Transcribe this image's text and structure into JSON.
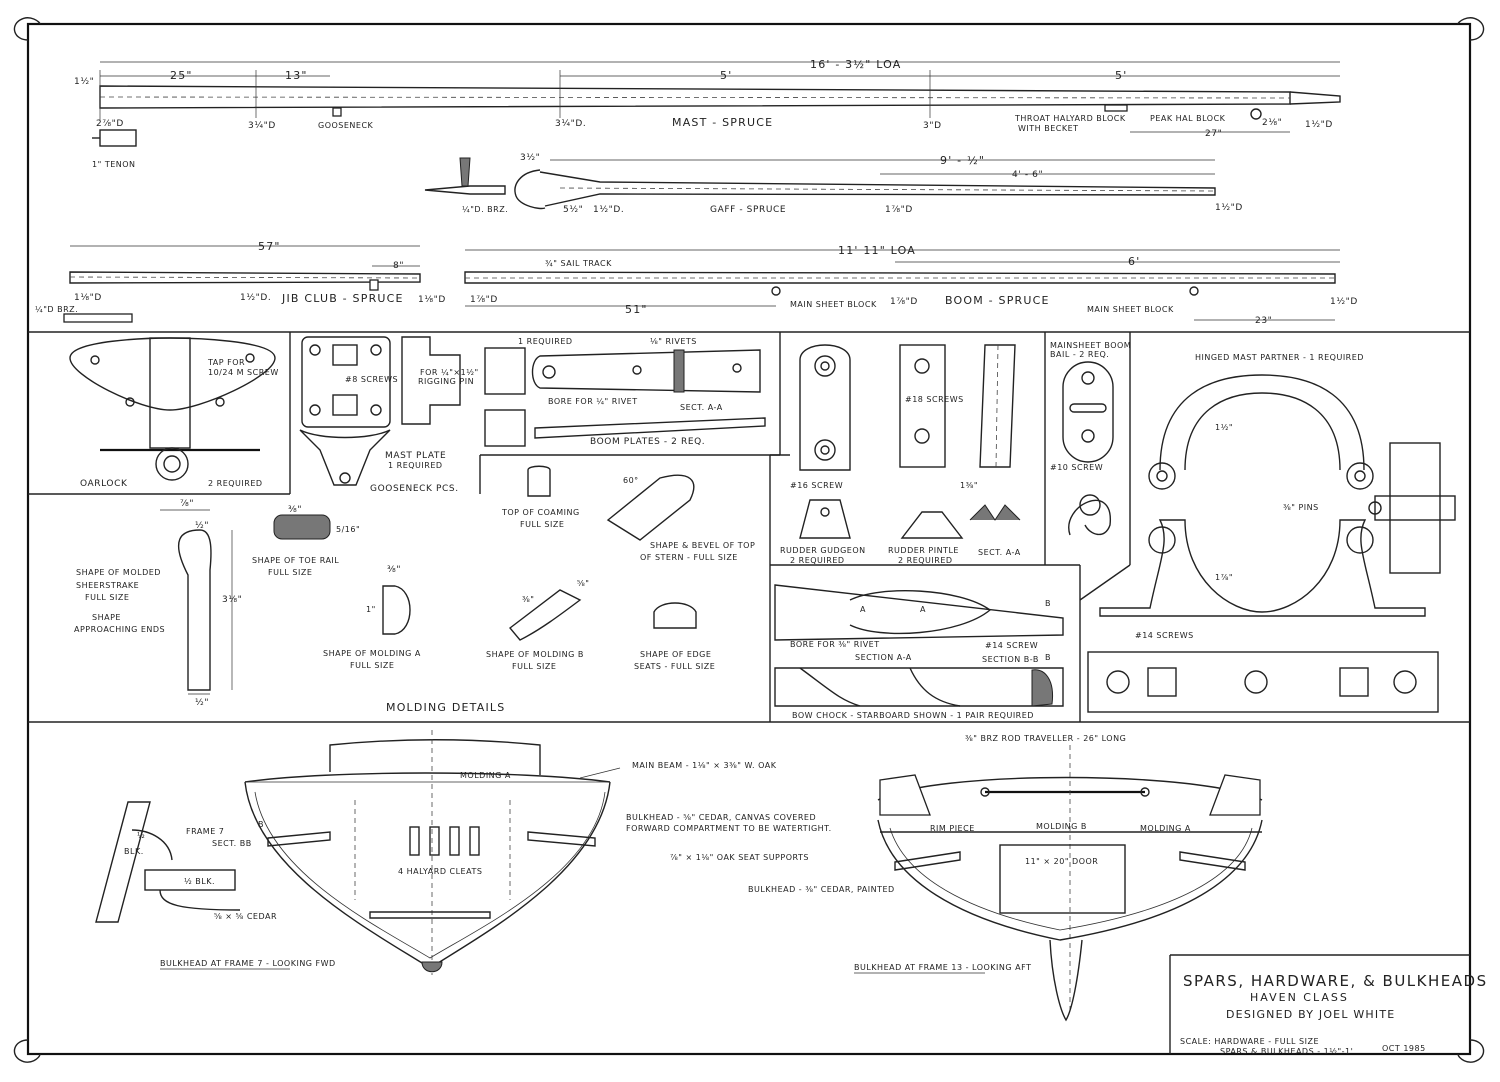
{
  "mast": {
    "overall_dim": "16' - 3½\" LOA",
    "dim_25": "25\"",
    "dim_13": "13\"",
    "dim_5ft_a": "5'",
    "dim_5ft_b": "5'",
    "dim_left": "1½\"",
    "dia_base": "2⅞\"D",
    "dia_2": "3¼\"D",
    "gooseneck": "GOOSENECK",
    "dia_3": "3¼\"D.",
    "label": "MAST - SPRUCE",
    "dia_4": "3\"D",
    "throat_block": "THROAT HALYARD BLOCK",
    "with_becket": "WITH BECKET",
    "peak_block": "PEAK HAL BLOCK",
    "dia_tip": "2⅛\"",
    "dia_end": "1½\"D",
    "dim_27": "27\"",
    "tenon": "1\" TENON"
  },
  "gaff": {
    "overall": "9' - ½\"",
    "dim_46": "4' - 6\"",
    "jaw_dim": "3½\"",
    "brz": "¼\"D. BRZ.",
    "dim_jaw_a": "5½\"",
    "dim_jaw_b": "1½\"D.",
    "label": "GAFF - SPRUCE",
    "dia_mid": "1⅞\"D",
    "dia_end": "1½\"D"
  },
  "jib_club": {
    "overall": "57\"",
    "dim_8": "8\"",
    "dia_1": "1⅛\"D",
    "dia_2": "1½\"D.",
    "label": "JIB CLUB - SPRUCE",
    "dia_end": "1⅛\"D",
    "brz": "¼\"D BRZ."
  },
  "boom": {
    "overall": "11' 11\" LOA",
    "dim_6": "6'",
    "sail_track": "¾\" SAIL TRACK",
    "dia_1": "1⅞\"D",
    "dim_51": "51\"",
    "main_sheet_block_1": "MAIN SHEET BLOCK",
    "dia_mid": "1⅞\"D",
    "label": "BOOM - SPRUCE",
    "main_sheet_block_2": "MAIN SHEET BLOCK",
    "dim_23": "23\"",
    "dia_end": "1½\"D"
  },
  "hardware": {
    "oarlock_tap": "TAP FOR",
    "oarlock_tap2": "10/24 M SCREW",
    "oarlock_label": "OARLOCK",
    "oarlock_req": "2 REQUIRED",
    "mast_plate_screws": "#8 SCREWS",
    "rigging_pin": "FOR ¼\"×1½\"",
    "rigging_pin2": "RIGGING PIN",
    "mast_plate": "MAST PLATE",
    "mast_plate_req": "1 REQUIRED",
    "gooseneck_pcs": "GOOSENECK PCS.",
    "one_required": "1 REQUIRED",
    "rivets": "⅛\" RIVETS",
    "bore_rivet": "BORE FOR ¼\" RIVET",
    "sect_aa": "SECT. A-A",
    "boom_plates": "BOOM PLATES - 2 REQ.",
    "screw16": "#16 SCREW",
    "rudder_gudgeon": "RUDDER GUDGEON",
    "gudgeon_req": "2 REQUIRED",
    "screws18": "#18 SCREWS",
    "dim_1_3_8": "1⅜\"",
    "rudder_pintle": "RUDDER PINTLE",
    "pintle_req": "2 REQUIRED",
    "pintle_sect": "SECT. A-A",
    "mainsheet_bail": "MAINSHEET BOOM",
    "mainsheet_bail2": "BAIL - 2 REQ.",
    "screw10": "#10 SCREW",
    "hinged_partner": "HINGED MAST PARTNER - 1 REQUIRED",
    "pins": "⅜\" PINS",
    "radius_a": "1½\"",
    "radius_b": "1⅞\"",
    "screws14": "#14 SCREWS",
    "bore_rivet2": "BORE FOR ⅜\" RIVET",
    "screw14b": "#14 SCREW",
    "section_aa": "SECTION A-A",
    "section_bb": "SECTION B-B",
    "bow_chock": "BOW CHOCK - STARBOARD SHOWN - 1 PAIR REQUIRED",
    "mark_a1": "A",
    "mark_a2": "A",
    "mark_b1": "B",
    "mark_b2": "B"
  },
  "molding": {
    "dim_7_8": "⅞\"",
    "dim_half_top": "½\"",
    "dim_3_1_8": "3⅛\"",
    "dim_half_bot": "½\"",
    "molded_sheerstrake": "SHAPE OF MOLDED",
    "molded_sheerstrake2": "SHEERSTRAKE",
    "full_size_1": "FULL SIZE",
    "approaching": "SHAPE",
    "approaching2": "APPROACHING ENDS",
    "toe_rail_dim": "⅜\"",
    "toe_rail_side": "5/16\"",
    "toe_rail": "SHAPE OF TOE RAIL",
    "toe_full": "FULL SIZE",
    "coaming": "TOP OF COAMING",
    "coaming_full": "FULL SIZE",
    "bevel_60": "60°",
    "stern": "SHAPE & BEVEL OF TOP",
    "stern2": "OF STERN - FULL SIZE",
    "mold_a_dim": "⅜\"",
    "mold_a_h": "1\"",
    "mold_a": "SHAPE OF MOLDING A",
    "mold_a_full": "FULL SIZE",
    "mold_b_w": "⅝\"",
    "mold_b_t": "⅜\"",
    "mold_b": "SHAPE OF MOLDING B",
    "mold_b_full": "FULL SIZE",
    "edge_seats": "SHAPE OF EDGE",
    "edge_seats2": "SEATS - FULL SIZE",
    "title": "MOLDING DETAILS"
  },
  "bulkhead7": {
    "molding_a": "MOLDING A",
    "main_beam": "MAIN BEAM - 1⅛\" × 3⅜\" W. OAK",
    "bulkhead_note": "BULKHEAD - ⅝\" CEDAR, CANVAS COVERED",
    "bulkhead_note2": "FORWARD COMPARTMENT TO BE WATERTIGHT.",
    "seat_supports": "⅞\" × 1⅛\" OAK SEAT SUPPORTS",
    "cleats": "4 HALYARD CLEATS",
    "sect_bb": "SECT. BB",
    "frame7": "FRAME 7",
    "blk_half": "½",
    "blk": "BLK.",
    "half_blk": "½ BLK.",
    "cedar": "⅝ × ⅝ CEDAR",
    "b_mark": "B",
    "title": "BULKHEAD AT FRAME 7 - LOOKING FWD"
  },
  "bulkhead13": {
    "traveller": "⅜\" BRZ ROD TRAVELLER - 26\" LONG",
    "rim_piece": "RIM PIECE",
    "molding_b": "MOLDING B",
    "molding_a": "MOLDING A",
    "door": "11\" × 20\" DOOR",
    "bulkhead_note": "BULKHEAD - ⅜\" CEDAR, PAINTED",
    "title": "BULKHEAD AT FRAME 13 - LOOKING AFT"
  },
  "title_block": {
    "title": "SPARS, HARDWARE, & BULKHEADS",
    "class_name": "HAVEN CLASS",
    "designer": "DESIGNED BY JOEL WHITE",
    "scale": "SCALE: HARDWARE - FULL SIZE",
    "scale2": "SPARS & BULKHEADS - 1½\"-1'",
    "date": "OCT 1985"
  }
}
